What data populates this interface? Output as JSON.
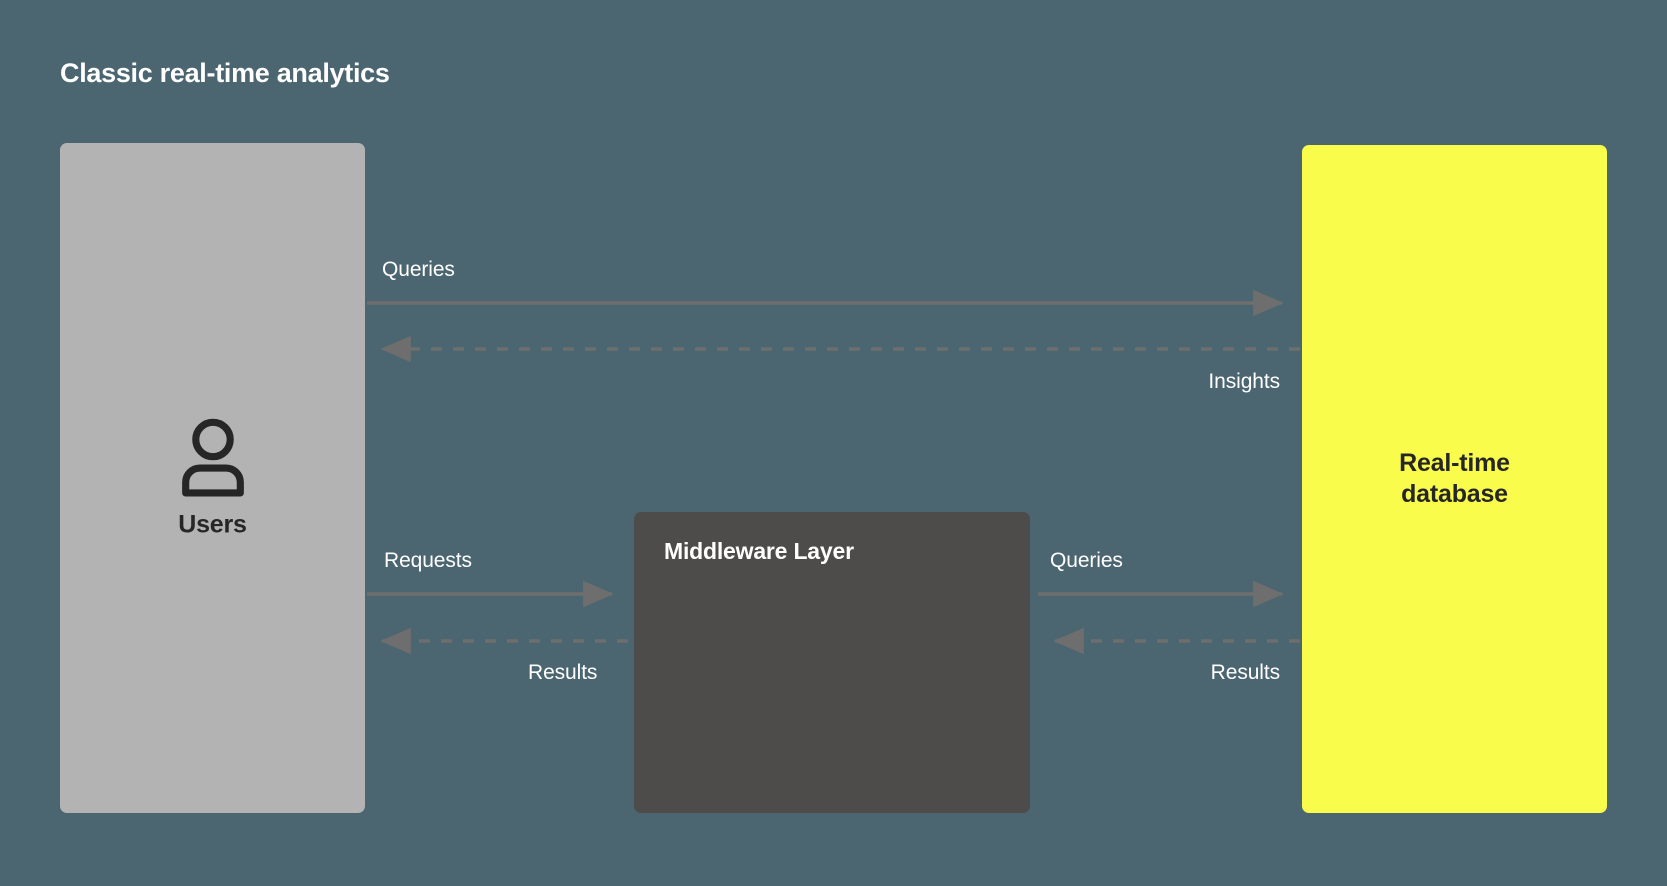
{
  "title": "Classic real-time analytics",
  "colors": {
    "background": "#4b6670",
    "users_box": "#b3b3b3",
    "middleware_box": "#4d4c4a",
    "database_box": "#f9fc4b",
    "arrow": "#6e6e6e",
    "text_light": "#ffffff",
    "text_dark": "#262626"
  },
  "nodes": {
    "users": {
      "label": "Users",
      "icon": "person-icon"
    },
    "middleware": {
      "label": "Middleware Layer"
    },
    "database": {
      "label_line1": "Real-time",
      "label_line2": "database"
    }
  },
  "edges": [
    {
      "id": "users-to-db-queries",
      "label": "Queries",
      "style": "solid",
      "direction": "right"
    },
    {
      "id": "db-to-users-insights",
      "label": "Insights",
      "style": "dashed",
      "direction": "left"
    },
    {
      "id": "users-to-middleware-requests",
      "label": "Requests",
      "style": "solid",
      "direction": "right"
    },
    {
      "id": "middleware-to-users-results",
      "label": "Results",
      "style": "dashed",
      "direction": "left"
    },
    {
      "id": "middleware-to-db-queries",
      "label": "Queries",
      "style": "solid",
      "direction": "right"
    },
    {
      "id": "db-to-middleware-results",
      "label": "Results",
      "style": "dashed",
      "direction": "left"
    }
  ]
}
